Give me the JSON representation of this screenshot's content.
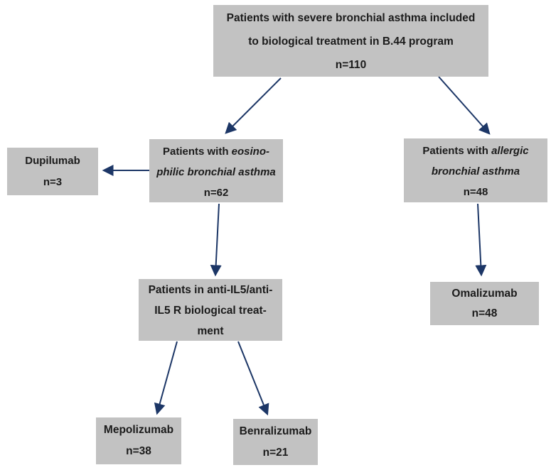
{
  "diagram": {
    "type": "flowchart",
    "colors": {
      "box_fill": "#c2c2c2",
      "arrow": "#1c3666",
      "text": "#1b1b1b",
      "background": "#ffffff"
    },
    "nodes": {
      "top": {
        "line1": "Patients with severe bronchial asthma included",
        "line2": "to biological treatment in B.44 program",
        "n": "n=110"
      },
      "eosinophilic": {
        "line1_regular": "Patients with ",
        "line1_italic": "eosino-",
        "line2_italic": "philic bronchial asthma",
        "n": "n=62"
      },
      "allergic": {
        "line1_regular": "Patients with ",
        "line1_italic": "allergic",
        "line2_italic": "bronchial asthma",
        "n": "n=48"
      },
      "dupilumab": {
        "label": "Dupilumab",
        "n": "n=3"
      },
      "anti_il5": {
        "line1": "Patients in anti-IL5/anti-",
        "line2": "IL5 R biological treat-",
        "line3": "ment"
      },
      "omalizumab": {
        "label": "Omalizumab",
        "n": "n=48"
      },
      "mepolizumab": {
        "label": "Mepolizumab",
        "n": "n=38"
      },
      "benralizumab": {
        "label": "Benralizumab",
        "n": "n=21"
      }
    },
    "edges": [
      {
        "from": "top",
        "to": "eosinophilic"
      },
      {
        "from": "top",
        "to": "allergic"
      },
      {
        "from": "eosinophilic",
        "to": "dupilumab"
      },
      {
        "from": "eosinophilic",
        "to": "anti_il5"
      },
      {
        "from": "anti_il5",
        "to": "mepolizumab"
      },
      {
        "from": "anti_il5",
        "to": "benralizumab"
      },
      {
        "from": "allergic",
        "to": "omalizumab"
      }
    ]
  }
}
